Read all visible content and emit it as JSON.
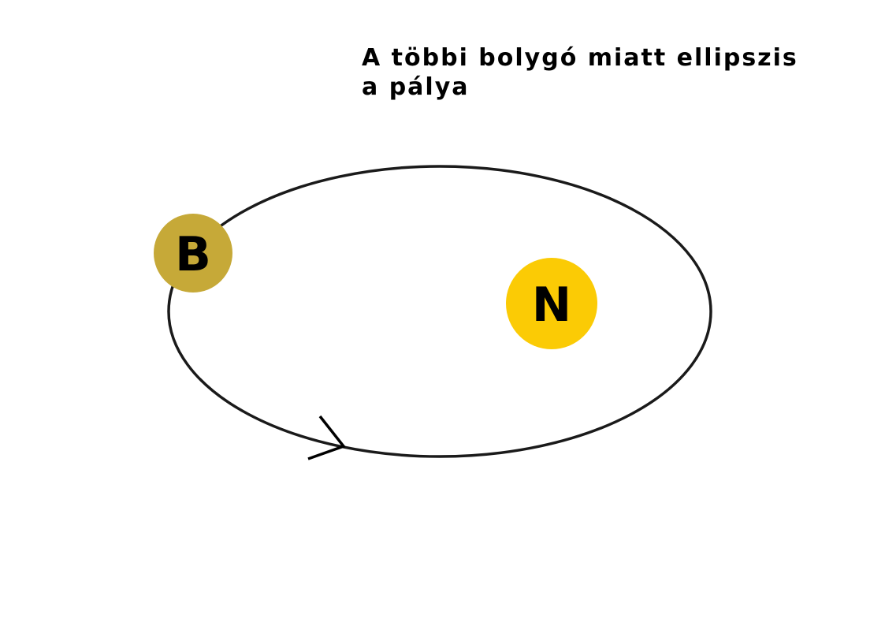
{
  "caption": {
    "line1": "A többi bolygó miatt ellipszis",
    "line2": "a pálya"
  },
  "orbit": {
    "stroke_color": "#1a1a1a",
    "direction_marker": "arrowhead"
  },
  "planet": {
    "label": "B",
    "color": "#c6a938"
  },
  "sun": {
    "label": "N",
    "color": "#fbcb05"
  }
}
